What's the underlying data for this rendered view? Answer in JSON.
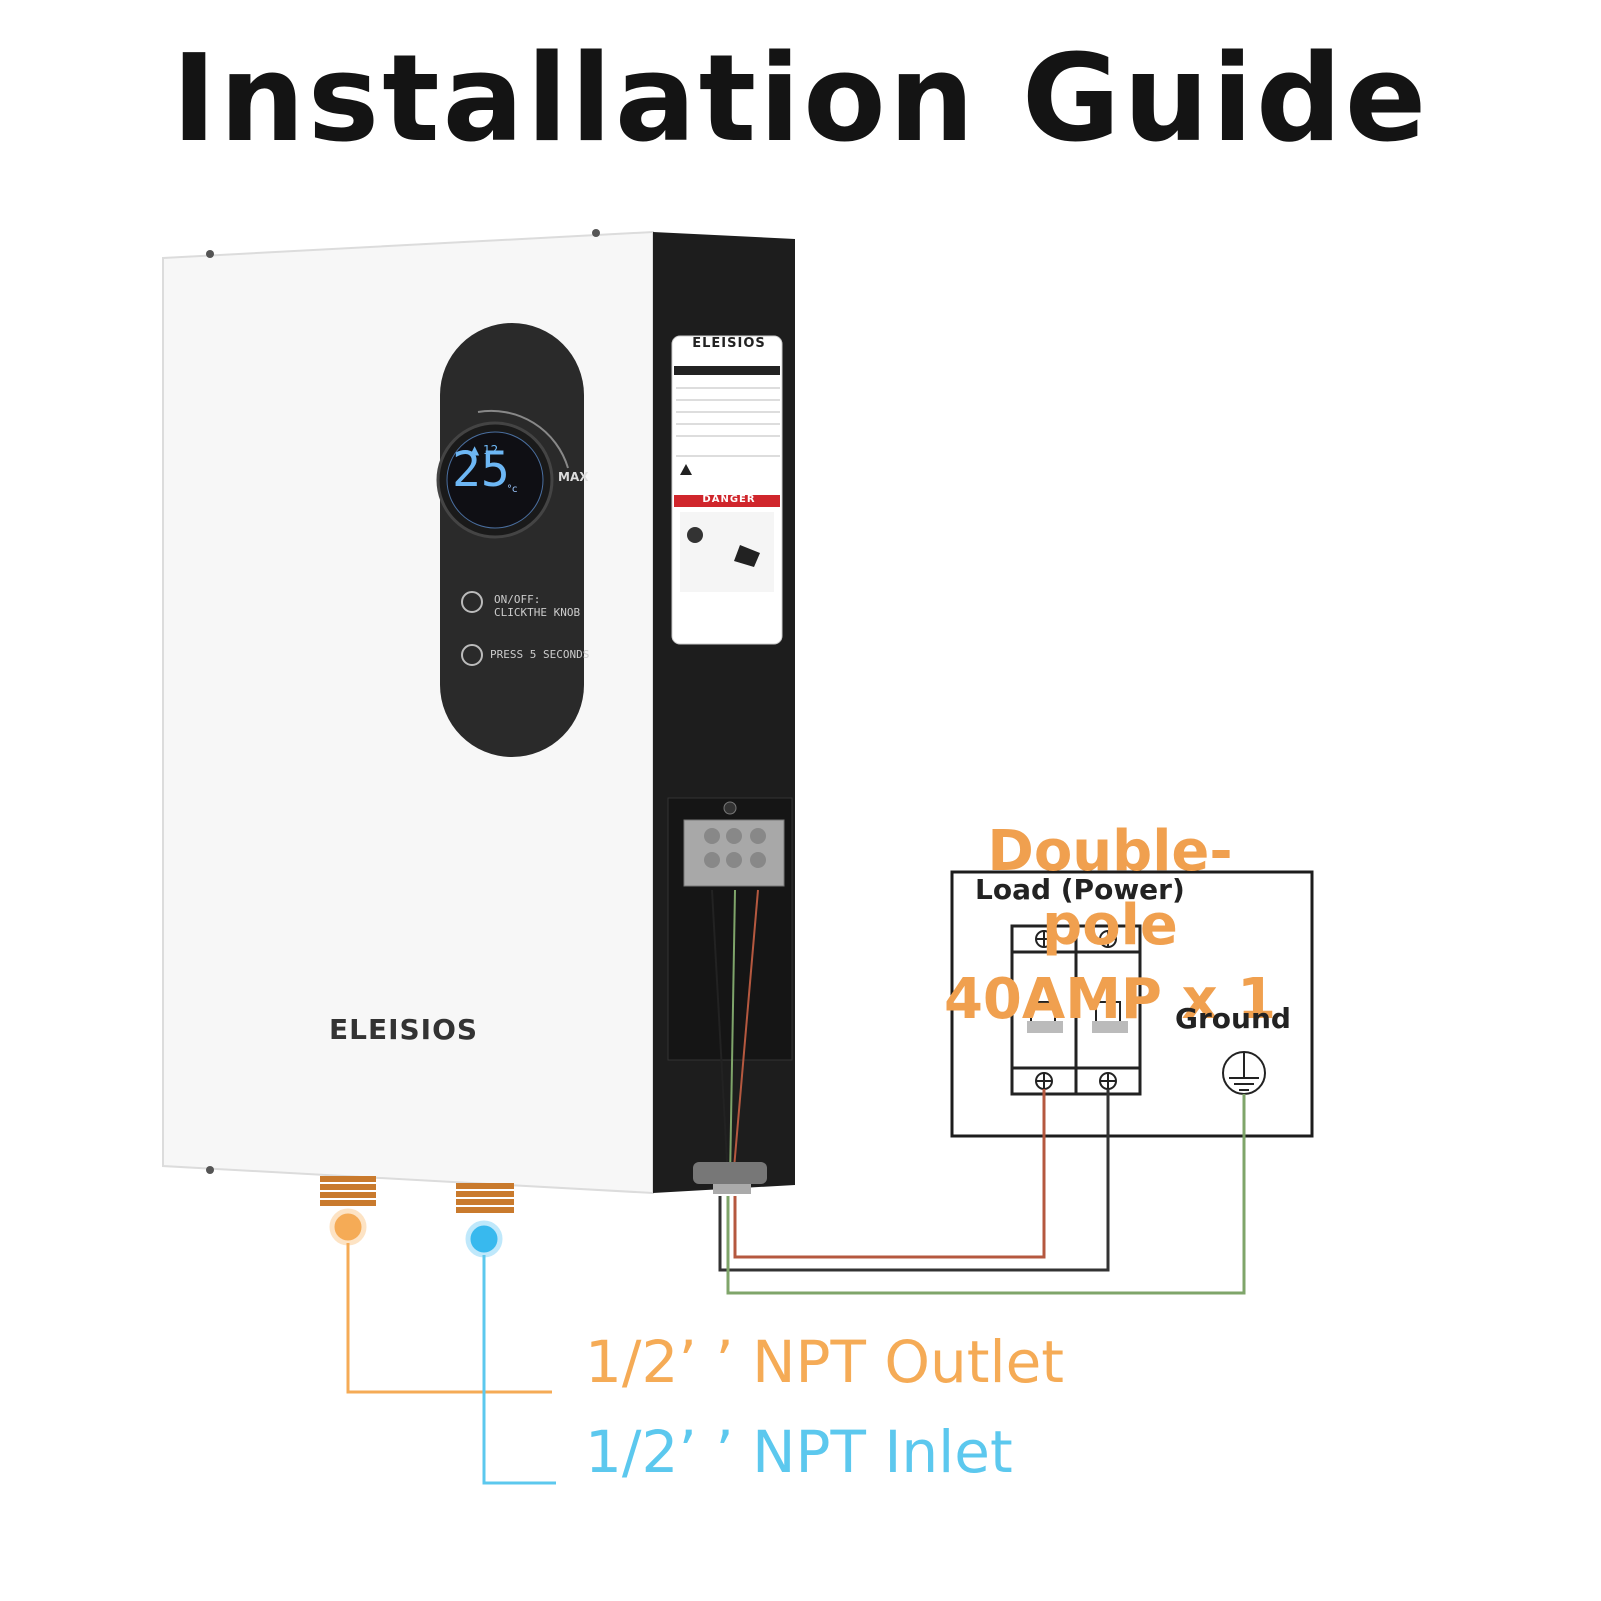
{
  "title": "Installation Guide",
  "breaker": {
    "line1": "Double-pole",
    "line2": "40AMP x 1",
    "load_label": "Load (Power)",
    "ground_label": "Ground"
  },
  "pipes": {
    "outlet": "1/2’ ’ NPT Outlet",
    "inlet": "1/2’ ’ NPT Inlet"
  },
  "heater": {
    "brand": "ELEISIOS",
    "display_temp": "25",
    "display_unit": "°c",
    "knob_max": "MAX",
    "onoff_line1": "ON/OFF:",
    "onoff_line2": "CLICKTHE KNOB",
    "press_text": "PRESS 5 SECONDS",
    "sticker_danger": "DANGER"
  },
  "colors": {
    "outlet": "#f5ab56",
    "inlet": "#5cc8ee",
    "breaker_title": "#f0a04f",
    "wire_red": "#b5583f",
    "wire_black": "#333333",
    "wire_green": "#7fa56a"
  }
}
